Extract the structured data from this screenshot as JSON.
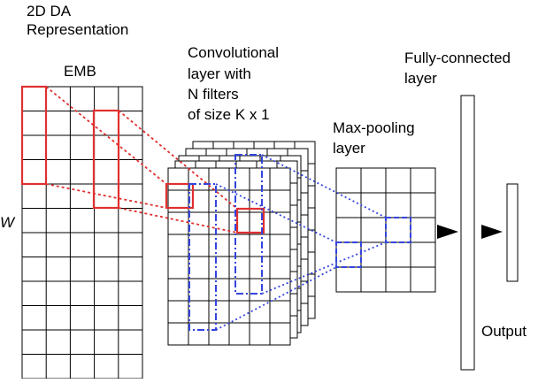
{
  "labels": {
    "representation": [
      "2D DA",
      "Representation"
    ],
    "emb": "EMB",
    "w": "W",
    "conv": [
      "Convolutional",
      "layer with",
      "N filters",
      "of size K x 1"
    ],
    "maxpool": [
      "Max-pooling",
      "layer"
    ],
    "fc": [
      "Fully-connected",
      "layer"
    ],
    "output": "Output"
  },
  "colors": {
    "grid": "#000000",
    "filter": "#e03030",
    "pool": "#3344dd"
  },
  "icons": {
    "arrow": "right-triangle-arrow"
  }
}
